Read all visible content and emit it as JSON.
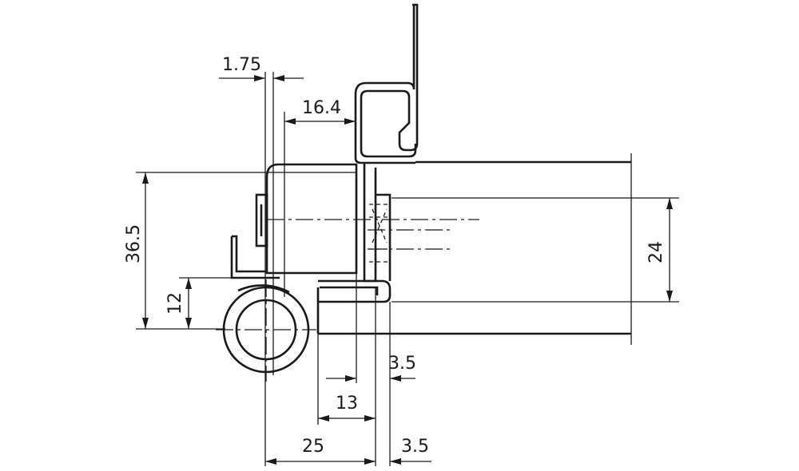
{
  "drawing": {
    "dimensions": {
      "d_1_75": "1.75",
      "d_16_4": "16.4",
      "d_36_5": "36.5",
      "d_12": "12",
      "d_24": "24",
      "d_3_5_upper": "3.5",
      "d_13": "13",
      "d_25": "25",
      "d_3_5_lower": "3.5"
    }
  }
}
